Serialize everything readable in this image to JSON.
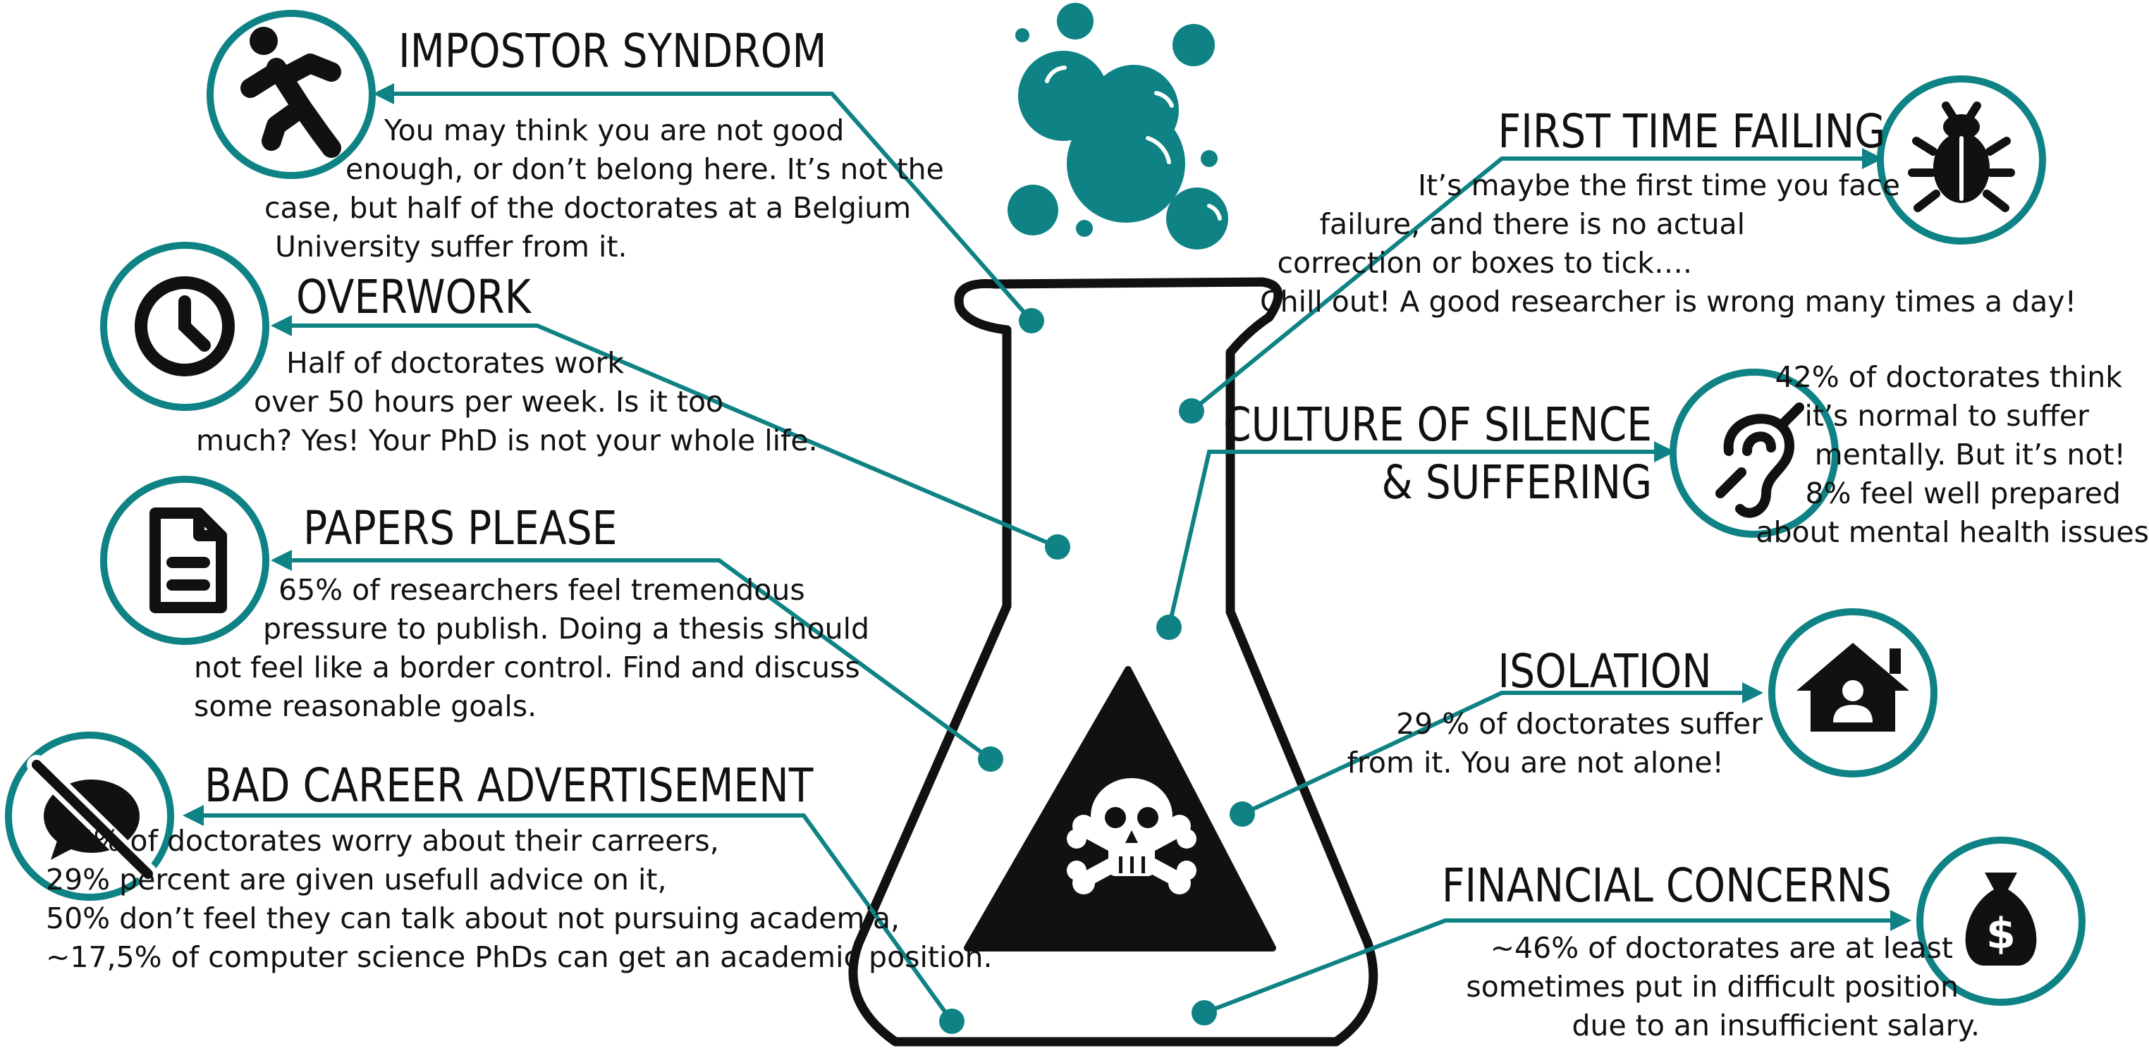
{
  "colors": {
    "teal": "#0e8284",
    "ink": "#111111",
    "white": "#ffffff"
  },
  "sections": {
    "impostor": {
      "title": "IMPOSTOR SYNDROM",
      "icon": "falling-person-icon",
      "lines": [
        "You may think you are not good",
        "enough, or don’t belong here.  It’s not the",
        "case, but half of the doctorates at a Belgium",
        "University suffer from it."
      ]
    },
    "overwork": {
      "title": "OVERWORK",
      "icon": "clock-icon",
      "lines": [
        "Half of doctorates work",
        "over 50 hours per week. Is it too",
        "much? Yes! Your PhD is not your whole life."
      ]
    },
    "papers": {
      "title": "PAPERS PLEASE",
      "icon": "document-icon",
      "lines": [
        "65% of researchers feel tremendous",
        "pressure to publish. Doing a thesis should",
        "not feel like a border control. Find and discuss",
        "some reasonable goals."
      ]
    },
    "career": {
      "title": "BAD CAREER ADVERTISEMENT",
      "icon": "muted-speech-bubble-icon",
      "lines": [
        "36% of doctorates worry about their carreers,",
        "29% percent are given usefull advice on it,",
        "50% don’t feel they can talk about not pursuing academia,",
        "~17,5% of computer science PhDs  can get an academic position."
      ]
    },
    "failing": {
      "title": "FIRST TIME FAILING",
      "icon": "bug-icon",
      "lines": [
        "It’s maybe the first time you face",
        "failure, and there is no actual",
        "correction or boxes to tick….",
        "Chill out!  A good researcher is wrong many times a day!"
      ]
    },
    "silence": {
      "title_line1": "CULTURE OF SILENCE",
      "title_line2": "& SUFFERING",
      "icon": "hearing-impaired-ear-icon",
      "lines": [
        "42% of doctorates think",
        "it’s normal to suffer",
        "mentally. But it’s not!",
        "8% feel well prepared",
        "about mental health issues"
      ]
    },
    "isolation": {
      "title": "ISOLATION",
      "icon": "house-person-icon",
      "lines": [
        "29 % of doctorates suffer",
        "from it.  You are not alone!"
      ]
    },
    "financial": {
      "title": "FINANCIAL CONCERNS",
      "icon": "money-bag-icon",
      "lines": [
        "~46% of doctorates are at least",
        "sometimes put in difficult position",
        "due to an insufficient salary."
      ]
    }
  },
  "flask": {
    "icon": "flask-icon",
    "warning_icon": "skull-crossbones-warning-icon",
    "bubbles_icon": "bubbles-icon"
  }
}
